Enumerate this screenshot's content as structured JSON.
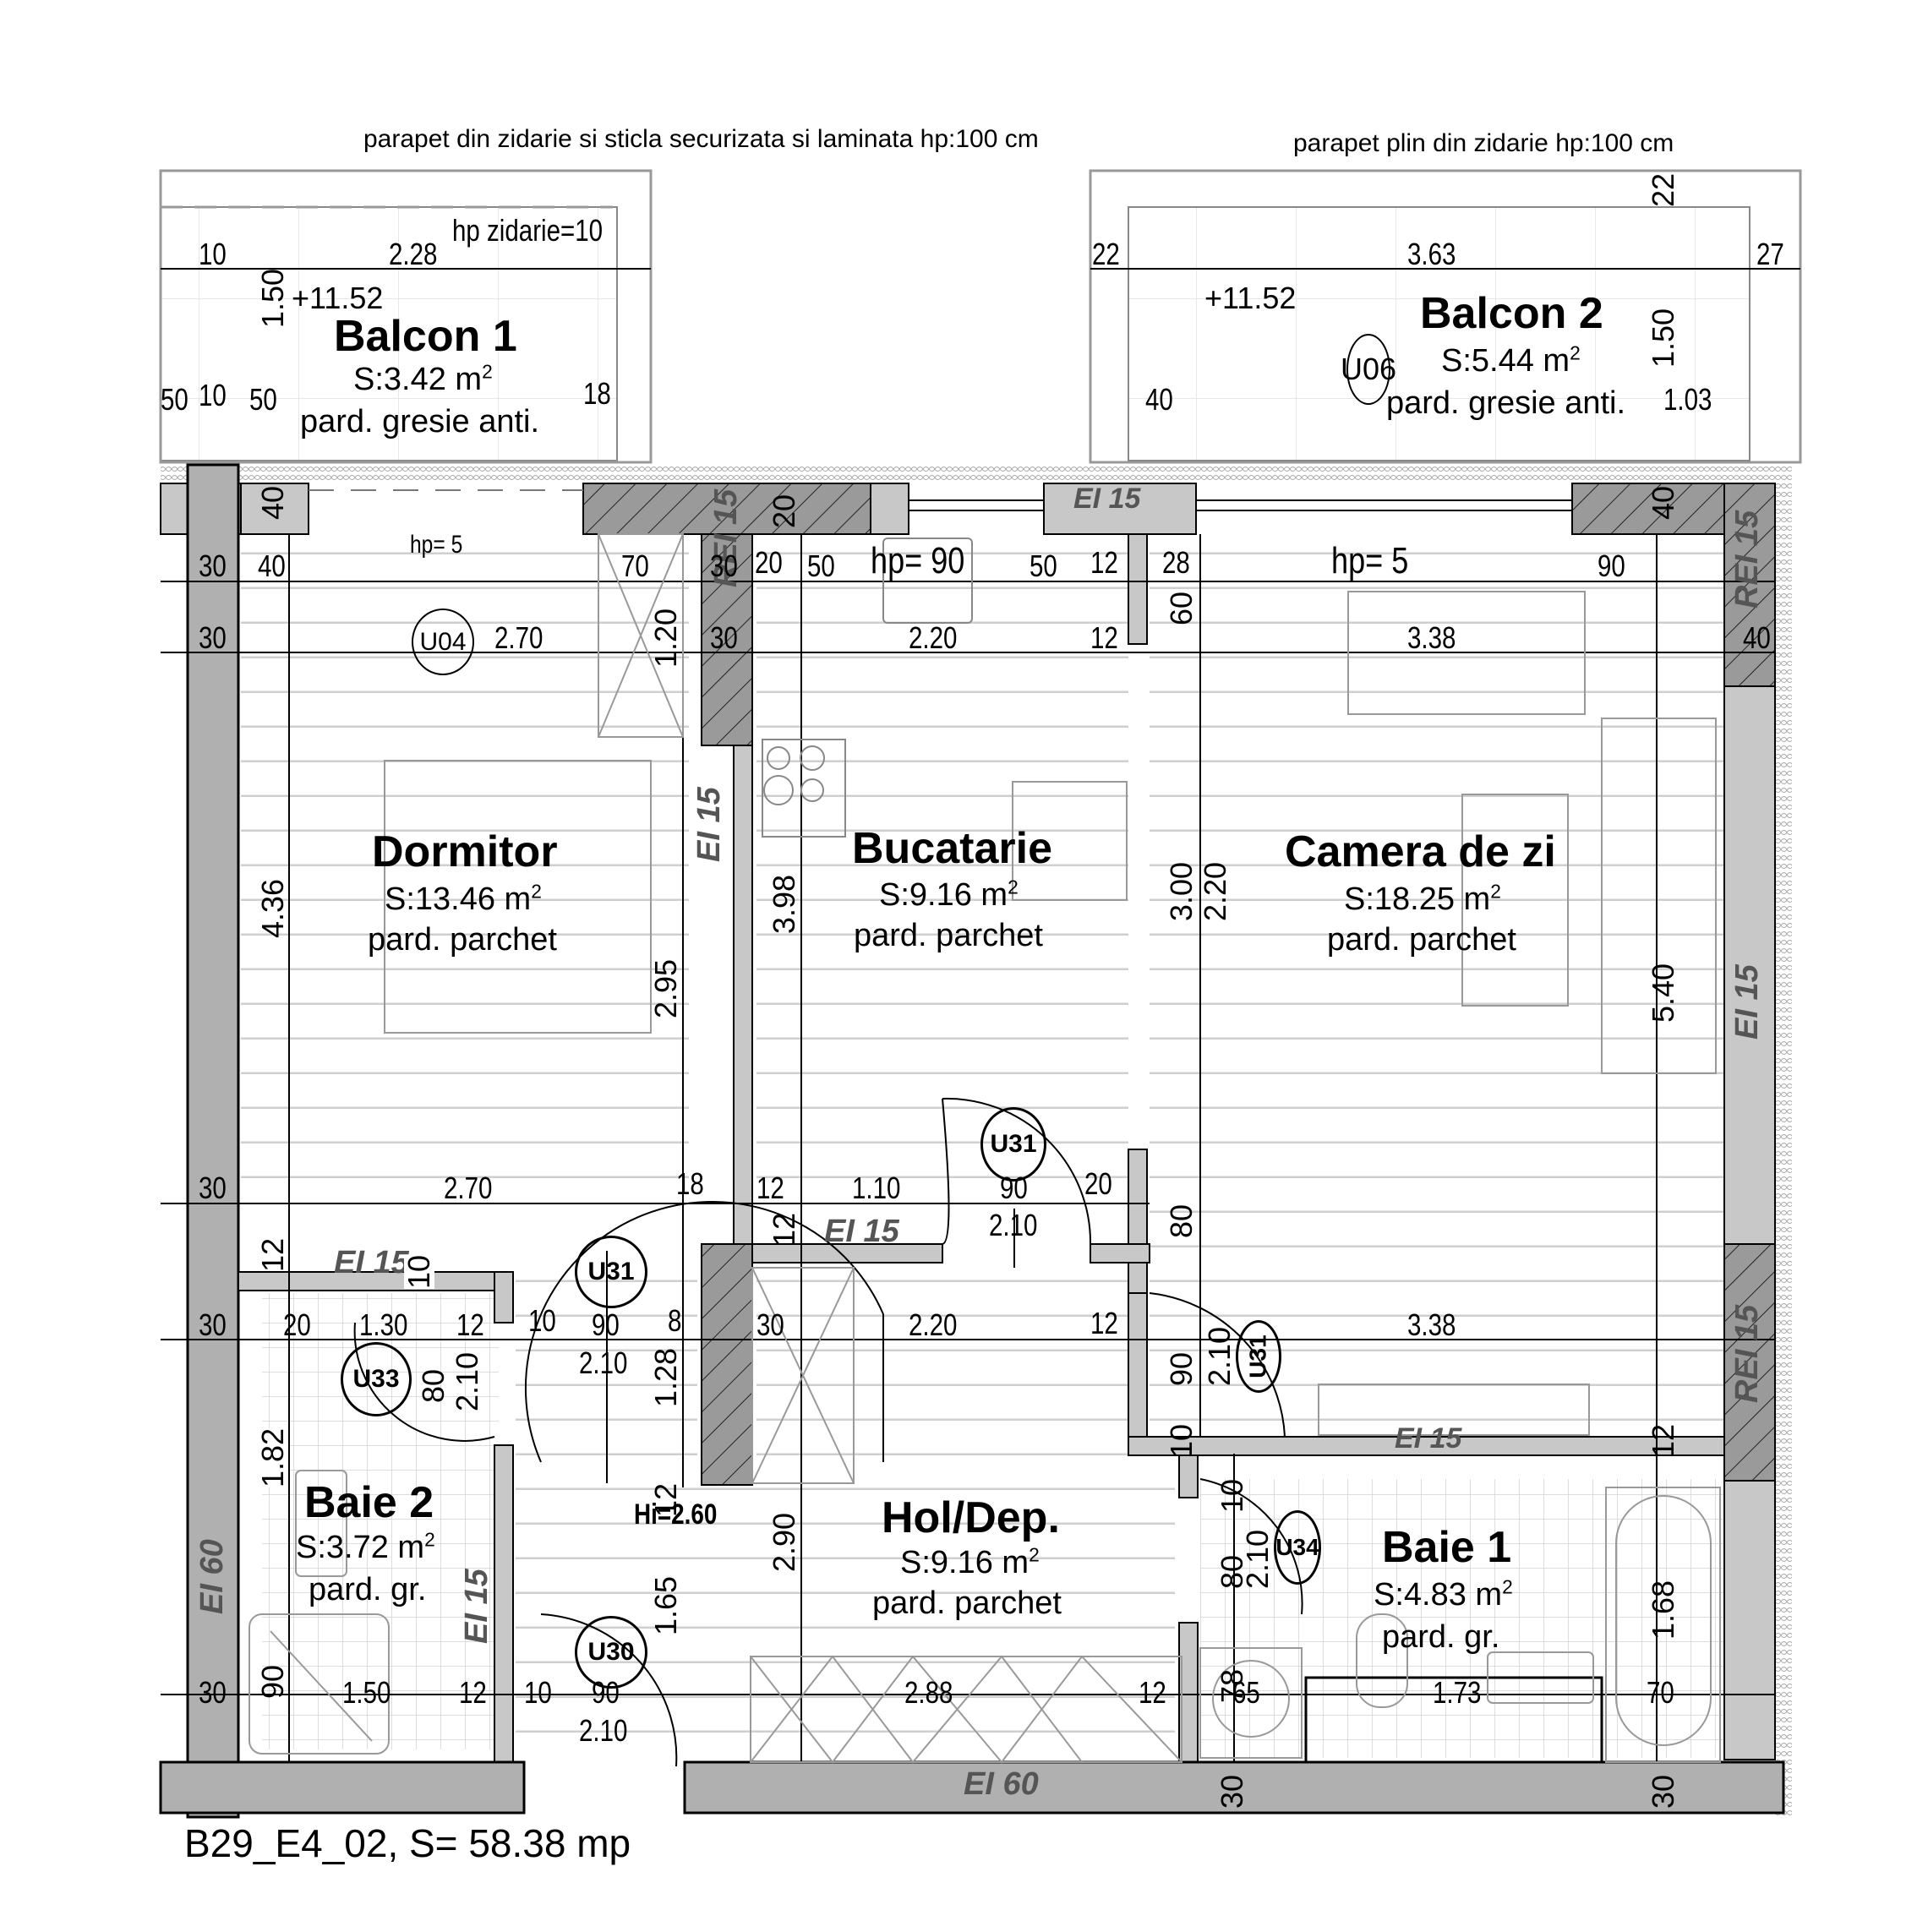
{
  "annotations": {
    "parapet_balcon1": "parapet din zidarie si sticla securizata si laminata hp:100 cm",
    "parapet_balcon2": "parapet plin din zidarie hp:100 cm",
    "hp_zidarie": "hp zidarie=10",
    "level_balcon1": "+11.52",
    "level_balcon2": "+11.52",
    "hi": "Hi=2.60"
  },
  "rooms": {
    "balcon1": {
      "name": "Balcon 1",
      "area_label": "S:",
      "area": "3.42 m",
      "floor": "pard. gresie anti."
    },
    "balcon2": {
      "name": "Balcon 2",
      "area_label": "S:",
      "area": "5.44 m",
      "floor": "pard. gresie anti."
    },
    "dormitor": {
      "name": "Dormitor",
      "area_label": "S:",
      "area": "13.46 m",
      "floor": "pard. parchet"
    },
    "bucatarie": {
      "name": "Bucatarie",
      "area_label": "S:",
      "area": "9.16 m",
      "floor": "pard. parchet"
    },
    "camera_de_zi": {
      "name": "Camera de zi",
      "area_label": "S:",
      "area": "18.25 m",
      "floor": "pard. parchet"
    },
    "baie2": {
      "name": "Baie 2",
      "area_label": "S:",
      "area": "3.72 m",
      "floor": "pard. gr."
    },
    "hol": {
      "name": "Hol/Dep.",
      "area_label": "S:",
      "area": "9.16 m",
      "floor": "pard. parchet"
    },
    "baie1": {
      "name": "Baie 1",
      "area_label": "S:",
      "area": "4.83 m",
      "floor": "pard. gr."
    }
  },
  "door_tags": {
    "u04": "U04",
    "u06": "U06",
    "u31_kitchen": "U31",
    "u31_hall": "U31",
    "u31_living": "U31",
    "u33": "U33",
    "u30": "U30",
    "u34": "U34"
  },
  "fire_ratings": {
    "ei15_top": "EI 15",
    "rei15_top_mid": "REI 15",
    "ei15_dorm": "EI 15",
    "rei15_right_top": "REI 15",
    "ei15_right": "EI 15",
    "rei15_right_bot": "REI 15",
    "ei15_kitchen_bot": "EI 15",
    "ei15_dorm_bot": "EI 15",
    "ei15_living_bot": "EI 15",
    "ei60_left": "EI 60",
    "ei15_baie2": "EI 15",
    "ei60_bottom": "EI 60"
  },
  "dimensions": {
    "b1_10": "10",
    "b1_228": "2.28",
    "b1_150": "1.50",
    "b1_50a": "50",
    "b1_10b": "10",
    "b1_50b": "50",
    "b1_18": "18",
    "b2_22a": "22",
    "b2_363": "3.63",
    "b2_27": "27",
    "b2_22v": "22",
    "b2_150": "1.50",
    "b2_40": "40",
    "b2_103": "1.03",
    "w_40": "40",
    "w_20": "20",
    "w_40r": "40",
    "r1_30": "30",
    "r1_40": "40",
    "r1_hp5": "hp= 5",
    "r1_70": "70",
    "r1_30b": "30",
    "r1_20": "20",
    "r1_50": "50",
    "r1_hp90": "hp= 90",
    "r1_50b": "50",
    "r1_12": "12",
    "r1_28": "28",
    "r1_hp5b": "hp= 5",
    "r1_90": "90",
    "r2_30": "30",
    "r2_270": "2.70",
    "r2_120": "1.20",
    "r2_30b": "30",
    "r2_220": "2.20",
    "r2_12": "12",
    "r2_60": "60",
    "r2_338": "3.38",
    "r2_40": "40",
    "v_436": "4.36",
    "v_295": "2.95",
    "v_398": "3.98",
    "v_300": "3.00",
    "v_220": "2.20",
    "v_540": "5.40",
    "r3_30": "30",
    "r3_270": "2.70",
    "r3_18": "18",
    "r3_12": "12",
    "r3_110": "1.10",
    "r3_90": "90",
    "r3_20": "20",
    "r3_210": "2.10",
    "r3_12v": "12",
    "r3_80": "80",
    "r4_12v": "12",
    "r4_10v": "10",
    "r5_30": "30",
    "r5_20": "20",
    "r5_130": "1.30",
    "r5_12": "12",
    "r5_10": "10",
    "r5_90": "90",
    "r5_8": "8",
    "r5_30b": "30",
    "r5_220": "2.20",
    "r5_12b": "12",
    "r5_338": "3.38",
    "r5_210": "2.10",
    "r5_80v": "80",
    "r5_210v": "2.10",
    "r5_128": "1.28",
    "r5_90v": "90",
    "r5_210v2": "2.10",
    "r5_10v": "10",
    "r5_12v2": "12",
    "r5_12v3": "12",
    "v_182": "1.82",
    "v_290": "2.90",
    "v_165": "1.65",
    "v_10b": "10",
    "v_80b": "80",
    "v_210b": "2.10",
    "v_168": "1.68",
    "r6_30": "30",
    "r6_90v": "90",
    "r6_150": "1.50",
    "r6_12": "12",
    "r6_10": "10",
    "r6_90": "90",
    "r6_210": "2.10",
    "r6_288": "2.88",
    "r6_12b": "12",
    "r6_78": "78",
    "r6_65": "65",
    "r6_173": "1.73",
    "r6_70": "70",
    "b_30a": "30",
    "b_30b": "30"
  },
  "footer": {
    "unit_label": "B29_E4_02, S= 58.38 mp"
  }
}
